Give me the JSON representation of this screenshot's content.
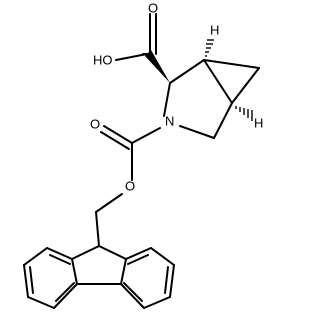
{
  "molecule": {
    "atom_labels": {
      "carboxyl_oh": "HO",
      "carboxyl_o": "O",
      "ring_n": "N",
      "carbamate_o": "O",
      "ester_o": "O",
      "bridgehead_h_top": "H",
      "bridgehead_h_bottom": "H"
    }
  },
  "colors": {
    "bond": "#000000",
    "background": "#ffffff"
  }
}
